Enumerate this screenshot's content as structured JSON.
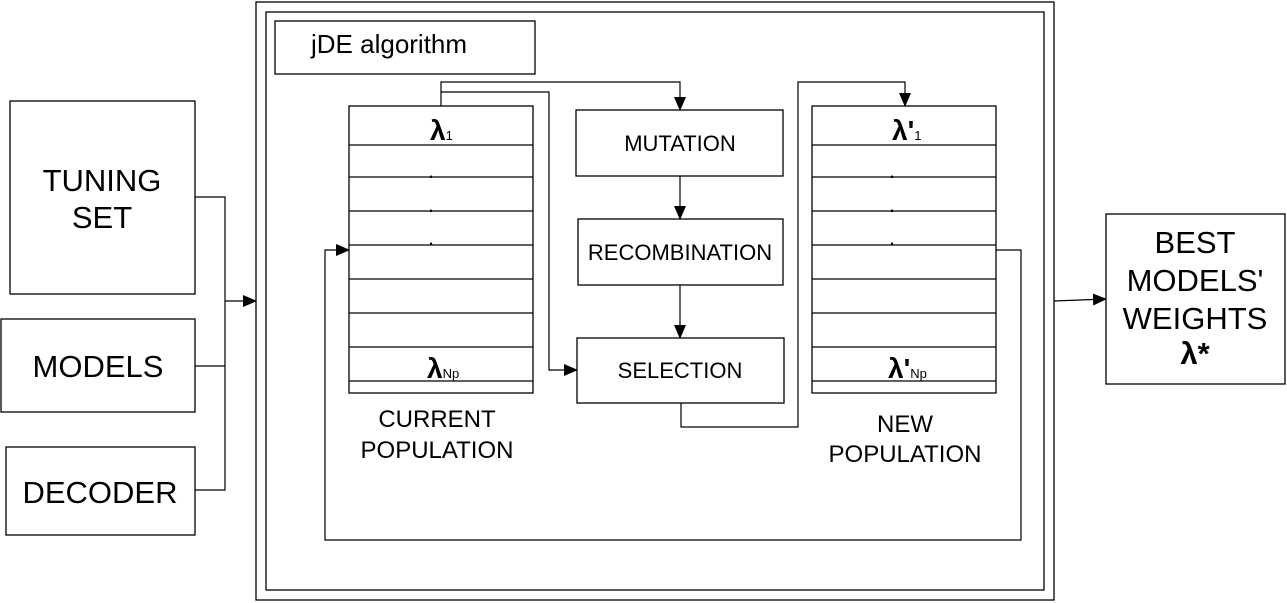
{
  "inputs": {
    "tuning_set": [
      "TUNING",
      "SET"
    ],
    "models": "MODELS",
    "decoder": "DECODER"
  },
  "algorithm": {
    "title": "jDE algorithm",
    "mutation": "MUTATION",
    "recombination": "RECOMBINATION",
    "selection": "SELECTION",
    "current_population": {
      "caption": [
        "CURRENT",
        "POPULATION"
      ],
      "first": {
        "symbol": "λ",
        "sub": "1"
      },
      "dots": [
        ".",
        ".",
        "."
      ],
      "last": {
        "symbol": "λ",
        "sub": "Np"
      }
    },
    "new_population": {
      "caption": [
        "NEW",
        "POPULATION"
      ],
      "first": {
        "symbol": "λ'",
        "sub": "1"
      },
      "dots": [
        ".",
        ".",
        "."
      ],
      "last": {
        "symbol": "λ'",
        "sub": "Np"
      }
    }
  },
  "output": {
    "lines": [
      "BEST",
      "MODELS'",
      "WEIGHTS",
      "λ*"
    ]
  }
}
